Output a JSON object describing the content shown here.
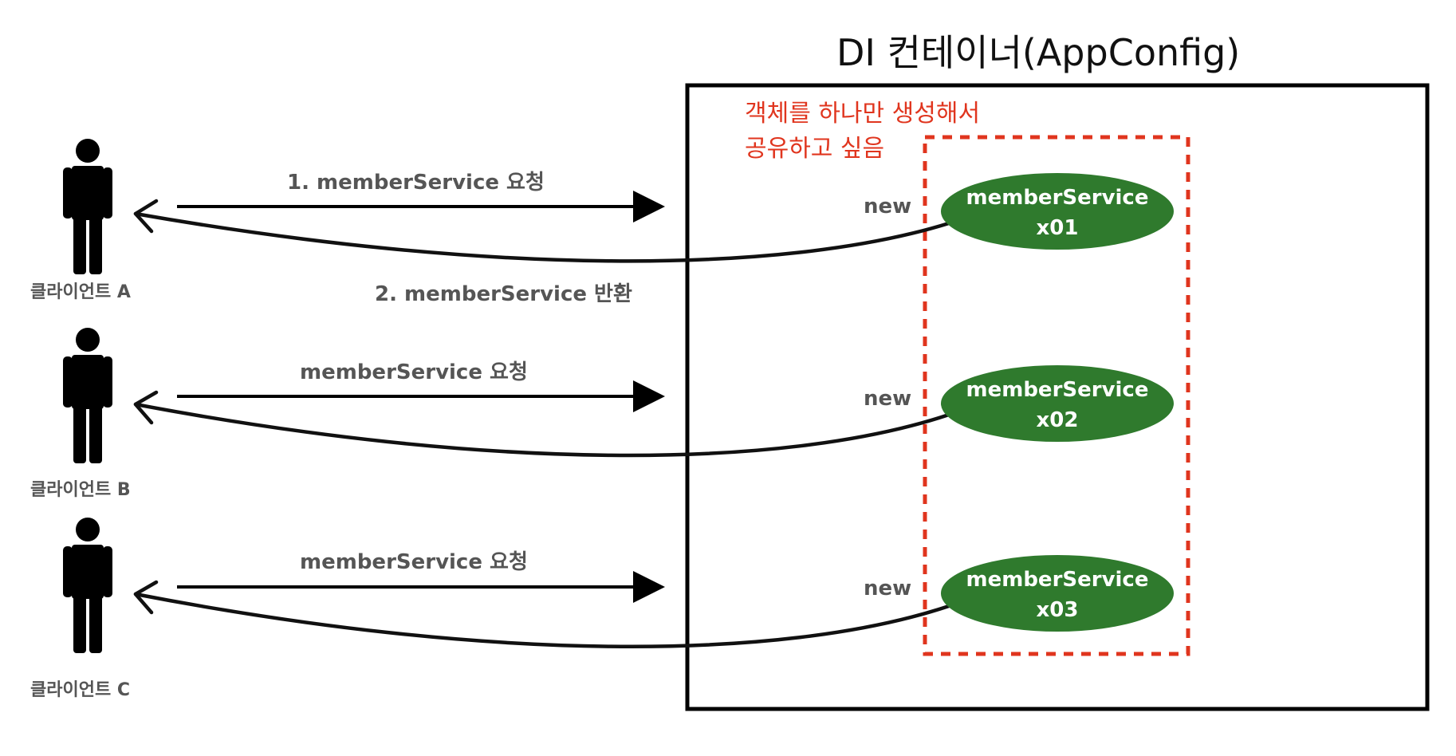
{
  "container": {
    "title": "DI 컨테이너(AppConfig)"
  },
  "annotation": {
    "line1": "객체를 하나만 생성해서",
    "line2": "공유하고 싶음"
  },
  "clients": [
    {
      "label": "클라이언트 A",
      "request_label": "1. memberService 요청",
      "return_label": "2. memberService 반환"
    },
    {
      "label": "클라이언트 B",
      "request_label": "memberService 요청"
    },
    {
      "label": "클라이언트 C",
      "request_label": "memberService 요청"
    }
  ],
  "beans": [
    {
      "new_label": "new",
      "name": "memberService",
      "id": "x01"
    },
    {
      "new_label": "new",
      "name": "memberService",
      "id": "x02"
    },
    {
      "new_label": "new",
      "name": "memberService",
      "id": "x03"
    }
  ],
  "colors": {
    "bean_fill": "#2f7a2d",
    "annotation": "#e0351e",
    "label_gray": "#555555"
  }
}
